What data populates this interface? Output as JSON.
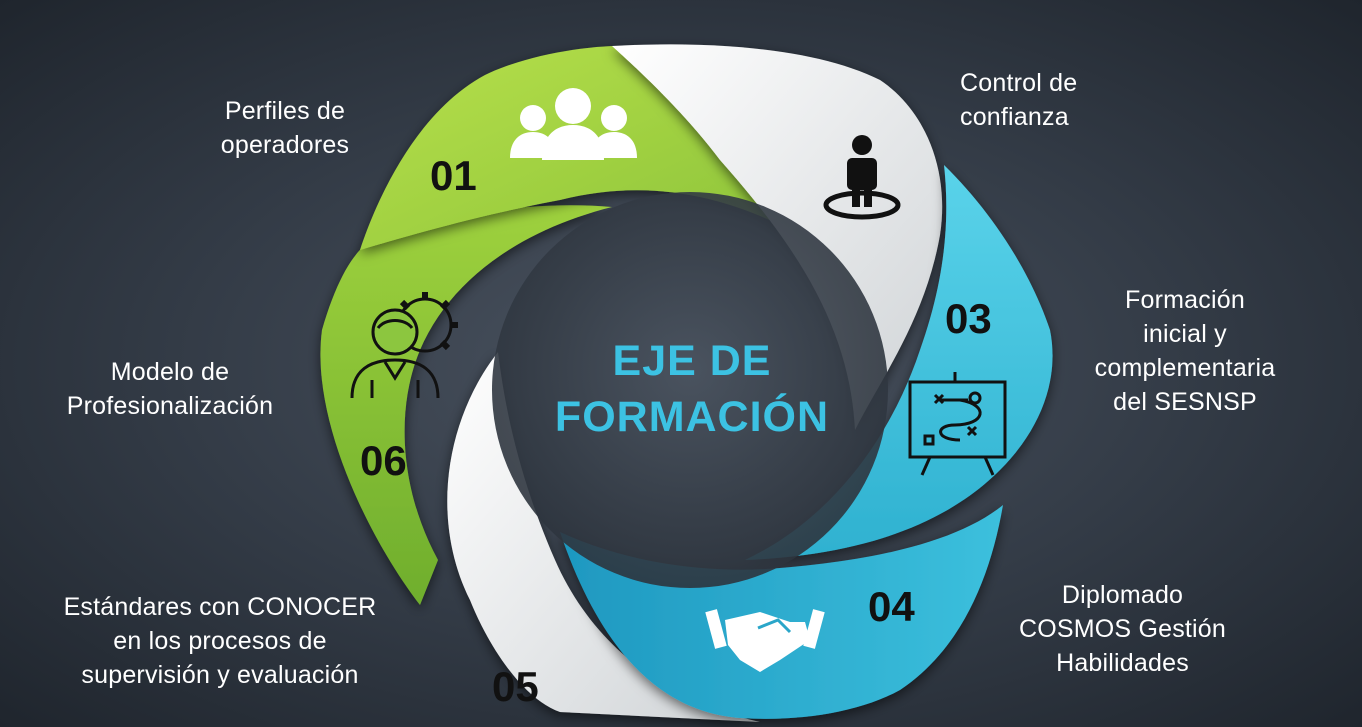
{
  "center": {
    "line1": "EJE DE",
    "line2": "FORMACIÓN"
  },
  "items": [
    {
      "number": "01",
      "label": "Perfiles de\noperadores",
      "icon": "people-group-icon",
      "color": "#a6d13a"
    },
    {
      "number": "",
      "label": "Control de\nconfianza",
      "icon": "person-on-target-icon",
      "color": "#e6e6e6"
    },
    {
      "number": "03",
      "label": "Formación\ninicial y\ncomplementaria\ndel SESNSP",
      "icon": "strategy-board-icon",
      "color": "#3fc0d9"
    },
    {
      "number": "04",
      "label": "Diplomado\nCOSMOS  Gestión\nHabilidades",
      "icon": "handshake-icon",
      "color": "#27a3c7"
    },
    {
      "number": "05",
      "label": "Estándares con CONOCER\nen los procesos de\nsupervisión y evaluación",
      "icon": "",
      "color": "#e6e6e6"
    },
    {
      "number": "06",
      "label": "Modelo de\nProfesionalización",
      "icon": "person-gear-icon",
      "color": "#8cc63f"
    }
  ]
}
